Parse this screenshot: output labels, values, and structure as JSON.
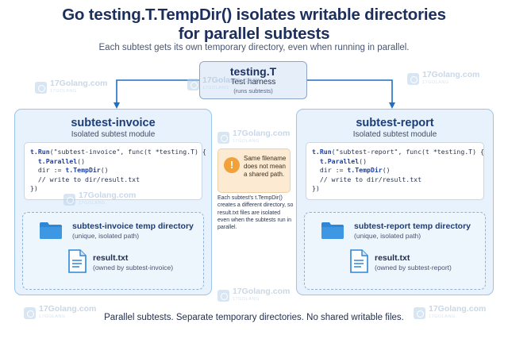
{
  "title": {
    "line1": "Go testing.T.TempDir() isolates writable directories",
    "line2": "for parallel subtests"
  },
  "subtitle": "Each subtest gets its own temporary directory, even when running in parallel.",
  "root": {
    "title": "testing.T",
    "subtitle": "Test harness",
    "note": "(runs subtests)"
  },
  "panels": [
    {
      "title": "subtest-invoice",
      "subtitle": "Isolated subtest module",
      "code": {
        "line1_kw": "t.Run",
        "line1_rest": "(\"subtest-invoice\", func(t *testing.T) {",
        "line2_kw": "t.Parallel",
        "line2_rest": "()",
        "line3_pre": "dir := ",
        "line3_kw": "t.TempDir",
        "line3_rest": "()",
        "line4": "// write to dir/result.txt",
        "line5": "})"
      },
      "directory": {
        "title": "subtest-invoice temp directory",
        "note": "(unique, isolated path)"
      },
      "file": {
        "name": "result.txt",
        "note": "(owned by subtest-invoice)"
      }
    },
    {
      "title": "subtest-report",
      "subtitle": "Isolated subtest module",
      "code": {
        "line1_kw": "t.Run",
        "line1_rest": "(\"subtest-report\", func(t *testing.T) {",
        "line2_kw": "t.Parallel",
        "line2_rest": "()",
        "line3_pre": "dir := ",
        "line3_kw": "t.TempDir",
        "line3_rest": "()",
        "line4": "// write to dir/result.txt",
        "line5": "})"
      },
      "directory": {
        "title": "subtest-report temp directory",
        "note": "(unique, isolated path)"
      },
      "file": {
        "name": "result.txt",
        "note": "(owned by subtest-report)"
      }
    }
  ],
  "callout": {
    "icon": "warning-icon",
    "text": "Same filename does not mean a shared path."
  },
  "explanation": "Each subtest's t.TempDir() creates a different directory, so result.txt files are isolated even when the subtests run in parallel.",
  "footer": "Parallel subtests. Separate temporary directories. No shared writable files.",
  "watermark": {
    "text": "17Golang.com",
    "sub": "17GOLANG"
  },
  "colors": {
    "accent": "#1f6fc4",
    "panel_bg": "#e8f2fc",
    "folder": "#2f86d6",
    "warning": "#f0a13a"
  }
}
